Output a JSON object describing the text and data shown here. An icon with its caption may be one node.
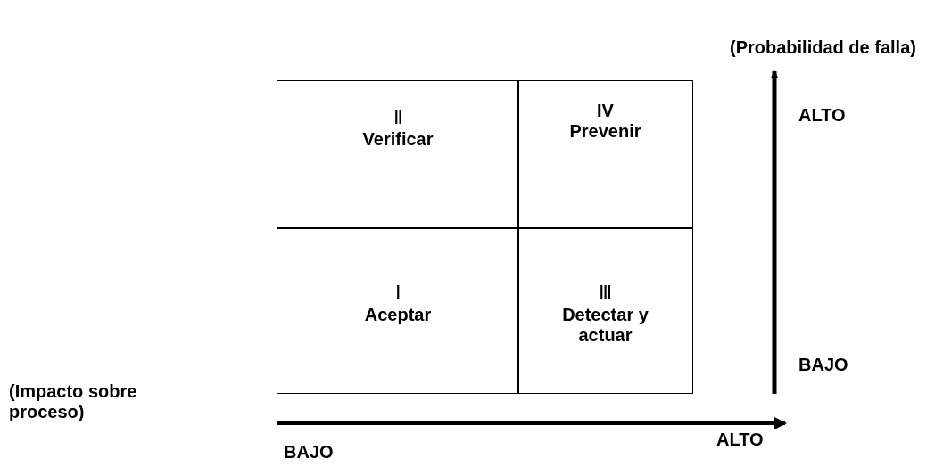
{
  "diagram": {
    "nodes": [
      {
        "text": [
          "Ⅱ",
          "Verificar"
        ]
      },
      {
        "text": [
          "IV",
          "Prevenir"
        ]
      },
      {
        "text": [
          "Ⅰ",
          "Aceptar"
        ]
      },
      {
        "text": [
          "Ⅲ",
          "Detectar y actuar"
        ]
      }
    ],
    "labels": [
      "(Probabilidad de falla)",
      "ALTO",
      "BAJO",
      "(Impacto sobre proceso)",
      "BAJO",
      "ALTO"
    ]
  }
}
